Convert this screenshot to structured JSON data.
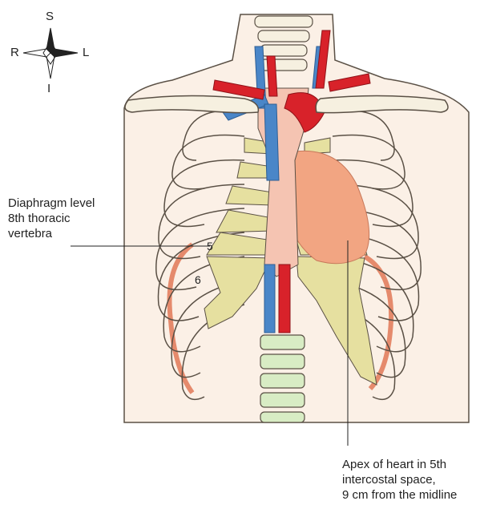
{
  "compass": {
    "superior": "S",
    "inferior": "I",
    "right": "R",
    "left": "L"
  },
  "labels": {
    "diaphragm": {
      "line1": "Diaphragm level",
      "line2": "8th thoracic",
      "line3": "vertebra"
    },
    "apex": {
      "line1": "Apex of heart in 5th",
      "line2": "intercostal space,",
      "line3": "9 cm from the midline"
    },
    "rib_numbers": {
      "rib5": "5",
      "rib6": "6"
    }
  },
  "colors": {
    "skin": "#fbf0e6",
    "bone": "#f6f0e0",
    "cartilage": "#e6e0a0",
    "vertebra_lumbar": "#d8ecc4",
    "heart": "#f2a582",
    "aorta": "#d8222a",
    "vein": "#4a86c8",
    "mediastinum": "#f5c4b2",
    "diaphragm": "#e58a6c",
    "outline": "#5a5045"
  }
}
